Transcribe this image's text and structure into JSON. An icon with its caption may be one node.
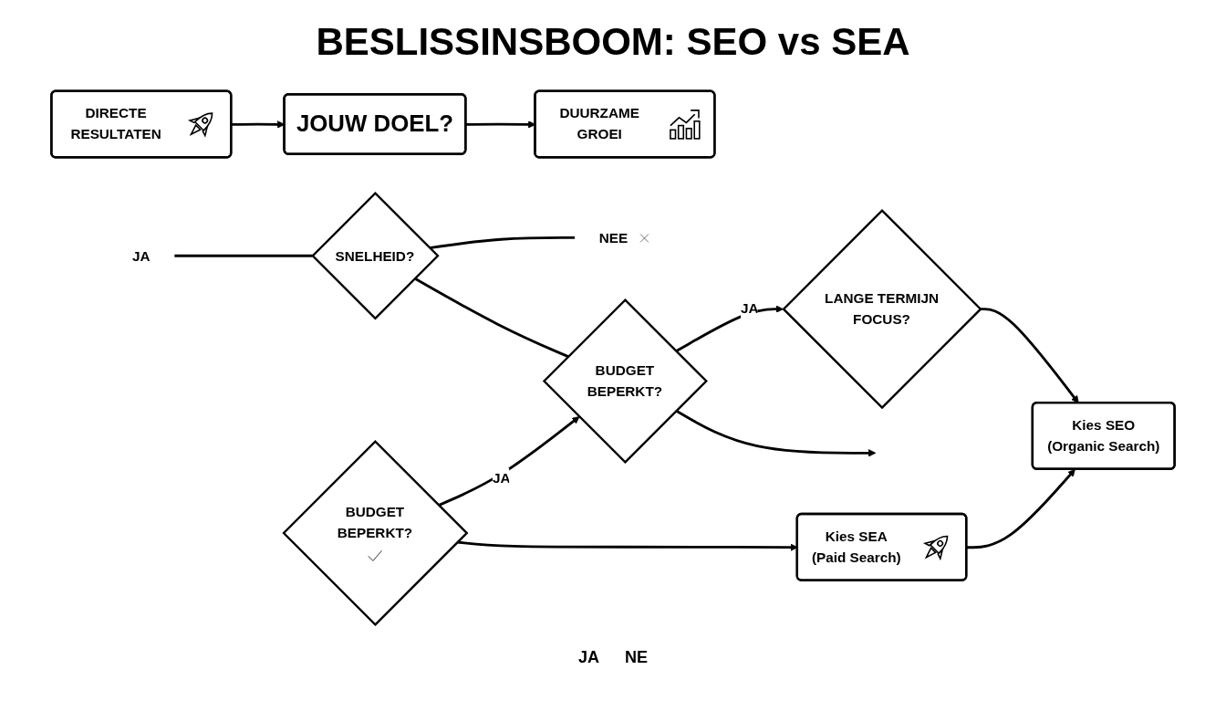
{
  "diagram": {
    "title": "BESLISSINSBOOM: SEO vs SEA",
    "nodes": [
      {
        "text": [
          "DIRECTE RESULTATEN"
        ]
      },
      {
        "text": [
          "JOUW DOEL?"
        ]
      },
      {
        "text": [
          "DUURZAME GROEI"
        ]
      },
      {
        "text": [
          "JA"
        ]
      },
      {
        "text": [
          "SNELHEID?"
        ]
      },
      {
        "text": [
          "NEE"
        ]
      },
      {
        "text": [
          "BUDGET BEPERKT?"
        ]
      },
      {
        "text": [
          "BUDGET BEPERKT?"
        ]
      },
      {
        "text": [
          "LANGE TERMIJN FOCUS?"
        ]
      },
      {
        "text": [
          "Kies SEA (Paid Search)"
        ]
      },
      {
        "text": [
          "Kies SEO (Organic Search)"
        ]
      }
    ],
    "edges": [
      {
        "from": 0,
        "to": 1,
        "arrow": "to"
      },
      {
        "from": 1,
        "to": 2,
        "arrow": "to"
      },
      {
        "from": 3,
        "to": 4,
        "arrow": "none"
      },
      {
        "from": 4,
        "to": 5,
        "arrow": "none"
      },
      {
        "from": 4,
        "to": 7,
        "arrow": "none"
      },
      {
        "from": 6,
        "to": 7,
        "arrow": "to",
        "label": "JA"
      },
      {
        "from": 7,
        "to": 8,
        "arrow": "to",
        "label": "JA"
      },
      {
        "from": 6,
        "to": 9,
        "arrow": "to"
      },
      {
        "from": 7,
        "to": null,
        "arrow": "to"
      },
      {
        "from": 8,
        "to": 10,
        "arrow": "to"
      },
      {
        "from": 9,
        "to": 10,
        "arrow": "to"
      }
    ],
    "labels": [
      "JA",
      "NE"
    ]
  }
}
